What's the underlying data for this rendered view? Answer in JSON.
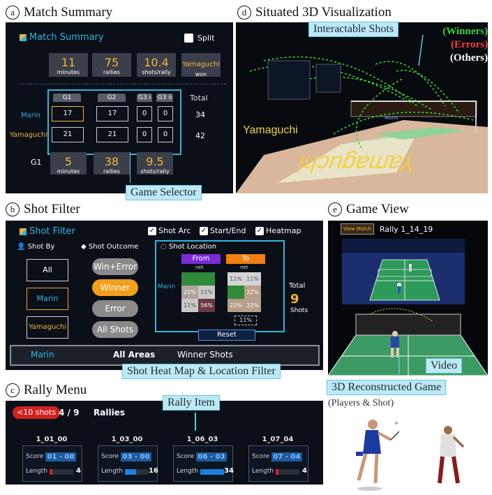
{
  "headers": {
    "a": {
      "letter": "a",
      "title": "Match Summary"
    },
    "b": {
      "letter": "b",
      "title": "Shot Filter"
    },
    "c": {
      "letter": "c",
      "title": "Rally Menu"
    },
    "d": {
      "letter": "d",
      "title": "Situated 3D Visualization"
    },
    "e": {
      "letter": "e",
      "title": "Game View"
    }
  },
  "match_summary": {
    "title": "Match Summary",
    "split_label": "Split",
    "stats": [
      {
        "value": "11",
        "unit": "minutes"
      },
      {
        "value": "75",
        "unit": "rallies"
      },
      {
        "value": "10.4",
        "unit": "shots/rally"
      },
      {
        "value": "Yamaguchi",
        "unit": "won"
      }
    ],
    "game_tabs": [
      "G1",
      "G2",
      "G3 i",
      "G3 ii"
    ],
    "total_label": "Total",
    "players": [
      {
        "name": "Marin",
        "scores": [
          "17",
          "17",
          "0",
          "0"
        ],
        "total": "34"
      },
      {
        "name": "Yamaguchi",
        "scores": [
          "21",
          "21",
          "0",
          "0"
        ],
        "total": "42"
      }
    ],
    "game_label": "G1",
    "game_stats": [
      {
        "value": "5",
        "unit": "minutes"
      },
      {
        "value": "38",
        "unit": "rallies"
      },
      {
        "value": "9.5",
        "unit": "shots/rally"
      }
    ],
    "callout": "Game Selector"
  },
  "scene3d": {
    "callout": "Interactable Shots",
    "legend": [
      "(Winners)",
      "(Errors)",
      "(Others)"
    ],
    "legend_colors": [
      "#37d33a",
      "#ff3b3b",
      "#ffffff"
    ],
    "player_label": "Yamaguchi",
    "court_text": "Yamaguchi",
    "net_name": "Marin"
  },
  "shot_filter": {
    "title": "Shot Filter",
    "checks": [
      "Shot Arc",
      "Start/End",
      "Heatmap"
    ],
    "shot_by_label": "Shot By",
    "shot_by": [
      "All",
      "Marin",
      "Yamaguchi"
    ],
    "outcome_label": "Shot Outcome",
    "outcomes": [
      "Win+Error",
      "Winner",
      "Error",
      "All Shots"
    ],
    "location_label": "Shot Location",
    "from_label": "From",
    "to_label": "To",
    "net_label": "net",
    "player": "Marin",
    "from_cells": [
      "",
      "",
      "22%",
      "11%",
      "11%",
      "56%"
    ],
    "to_cells": [
      "11%",
      "11%",
      "",
      "22%",
      "22%",
      "22%"
    ],
    "out_pct": "11%",
    "reset_label": "Reset",
    "total_label": "Total",
    "total_value": "9",
    "total_unit": "Shots",
    "status": [
      "Marin",
      "All Areas",
      "Winner Shots"
    ],
    "callout": "Shot Heat Map & Location Filter"
  },
  "rally_menu": {
    "filter_badge": "<10 shots",
    "count": "4 / 9",
    "label": "Rallies",
    "callout": "Rally Item",
    "score_label": "Score",
    "length_label": "Length",
    "items": [
      {
        "id": "1_01_00",
        "score": "01 - 00",
        "length": 4
      },
      {
        "id": "1_03_00",
        "score": "03 - 00",
        "length": 16
      },
      {
        "id": "1_06_03",
        "score": "06 - 03",
        "length": 34
      },
      {
        "id": "1_07_04",
        "score": "07 - 04",
        "length": 4
      }
    ]
  },
  "game_view": {
    "view_match": "View Match",
    "rally": "Rally 1_14_19",
    "video_callout": "Video",
    "recon_callout": "3D Reconstructed Game",
    "recon_sub": "(Players & Shot)"
  }
}
